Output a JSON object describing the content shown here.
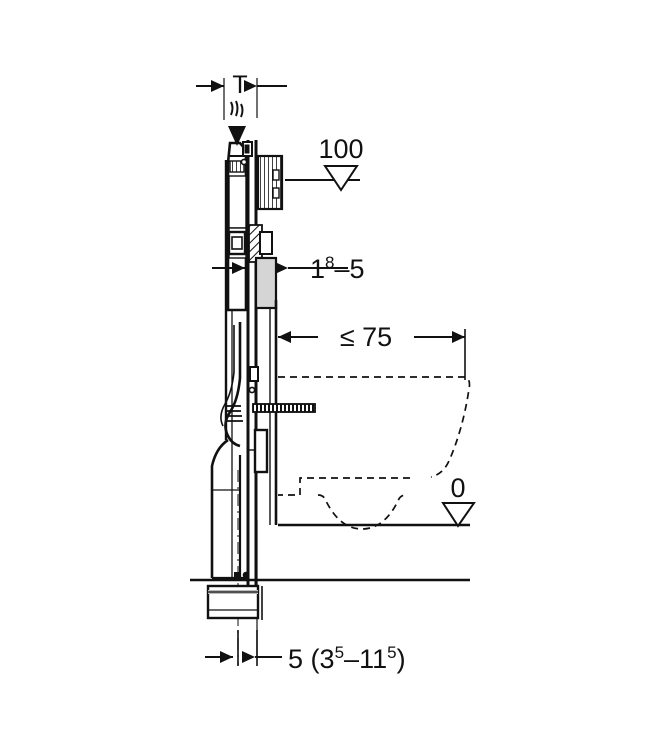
{
  "drawing": {
    "type": "technical-section-drawing",
    "subject": "Wall-hung WC installation frame (side section view)",
    "background_color": "#ffffff",
    "line_color": "#111111",
    "shade_color": "#d5d5d5"
  },
  "dimensions": {
    "depth": {
      "id": "depth-T",
      "label": "T",
      "style": "inward-arrows",
      "position": "top"
    },
    "water_connection": {
      "id": "level-100",
      "label": "100",
      "marker": "level-triangle",
      "position": "upper-right"
    },
    "wall_thickness": {
      "id": "dim-18-5",
      "base": "1",
      "superscript": "8",
      "separator": "–",
      "suffix": "5",
      "full_label": "1⁸–5",
      "style": "inward-arrows"
    },
    "projection": {
      "id": "dim-le-75",
      "label": "≤ 75",
      "style": "double-arrow",
      "position": "middle"
    },
    "floor_level": {
      "id": "level-0",
      "label": "0",
      "marker": "level-triangle",
      "position": "lower-right"
    },
    "outlet_offset": {
      "id": "dim-5-3-5-11-5",
      "full_label": "5 (3⁵–11⁵)",
      "parts": {
        "main": "5",
        "open_paren": "(",
        "range_low_base": "3",
        "range_low_sup": "5",
        "dash": "–",
        "range_high_base": "11",
        "range_high_sup": "5",
        "close_paren": ")"
      },
      "style": "inward-arrows",
      "position": "bottom"
    }
  },
  "components": {
    "cistern": "concealed-cistern",
    "frame": "installation-frame",
    "water_inlet_icon": "water-inlet-arrow",
    "flush_pipe": "flush-pipe",
    "threaded_rod": "threaded-rod",
    "waste_pipe": "waste-bend-pipe",
    "toilet_outline": "wc-ceramic-dashed-outline",
    "finished_wall": "finished-wall-line",
    "floor_line": "floor-line"
  }
}
